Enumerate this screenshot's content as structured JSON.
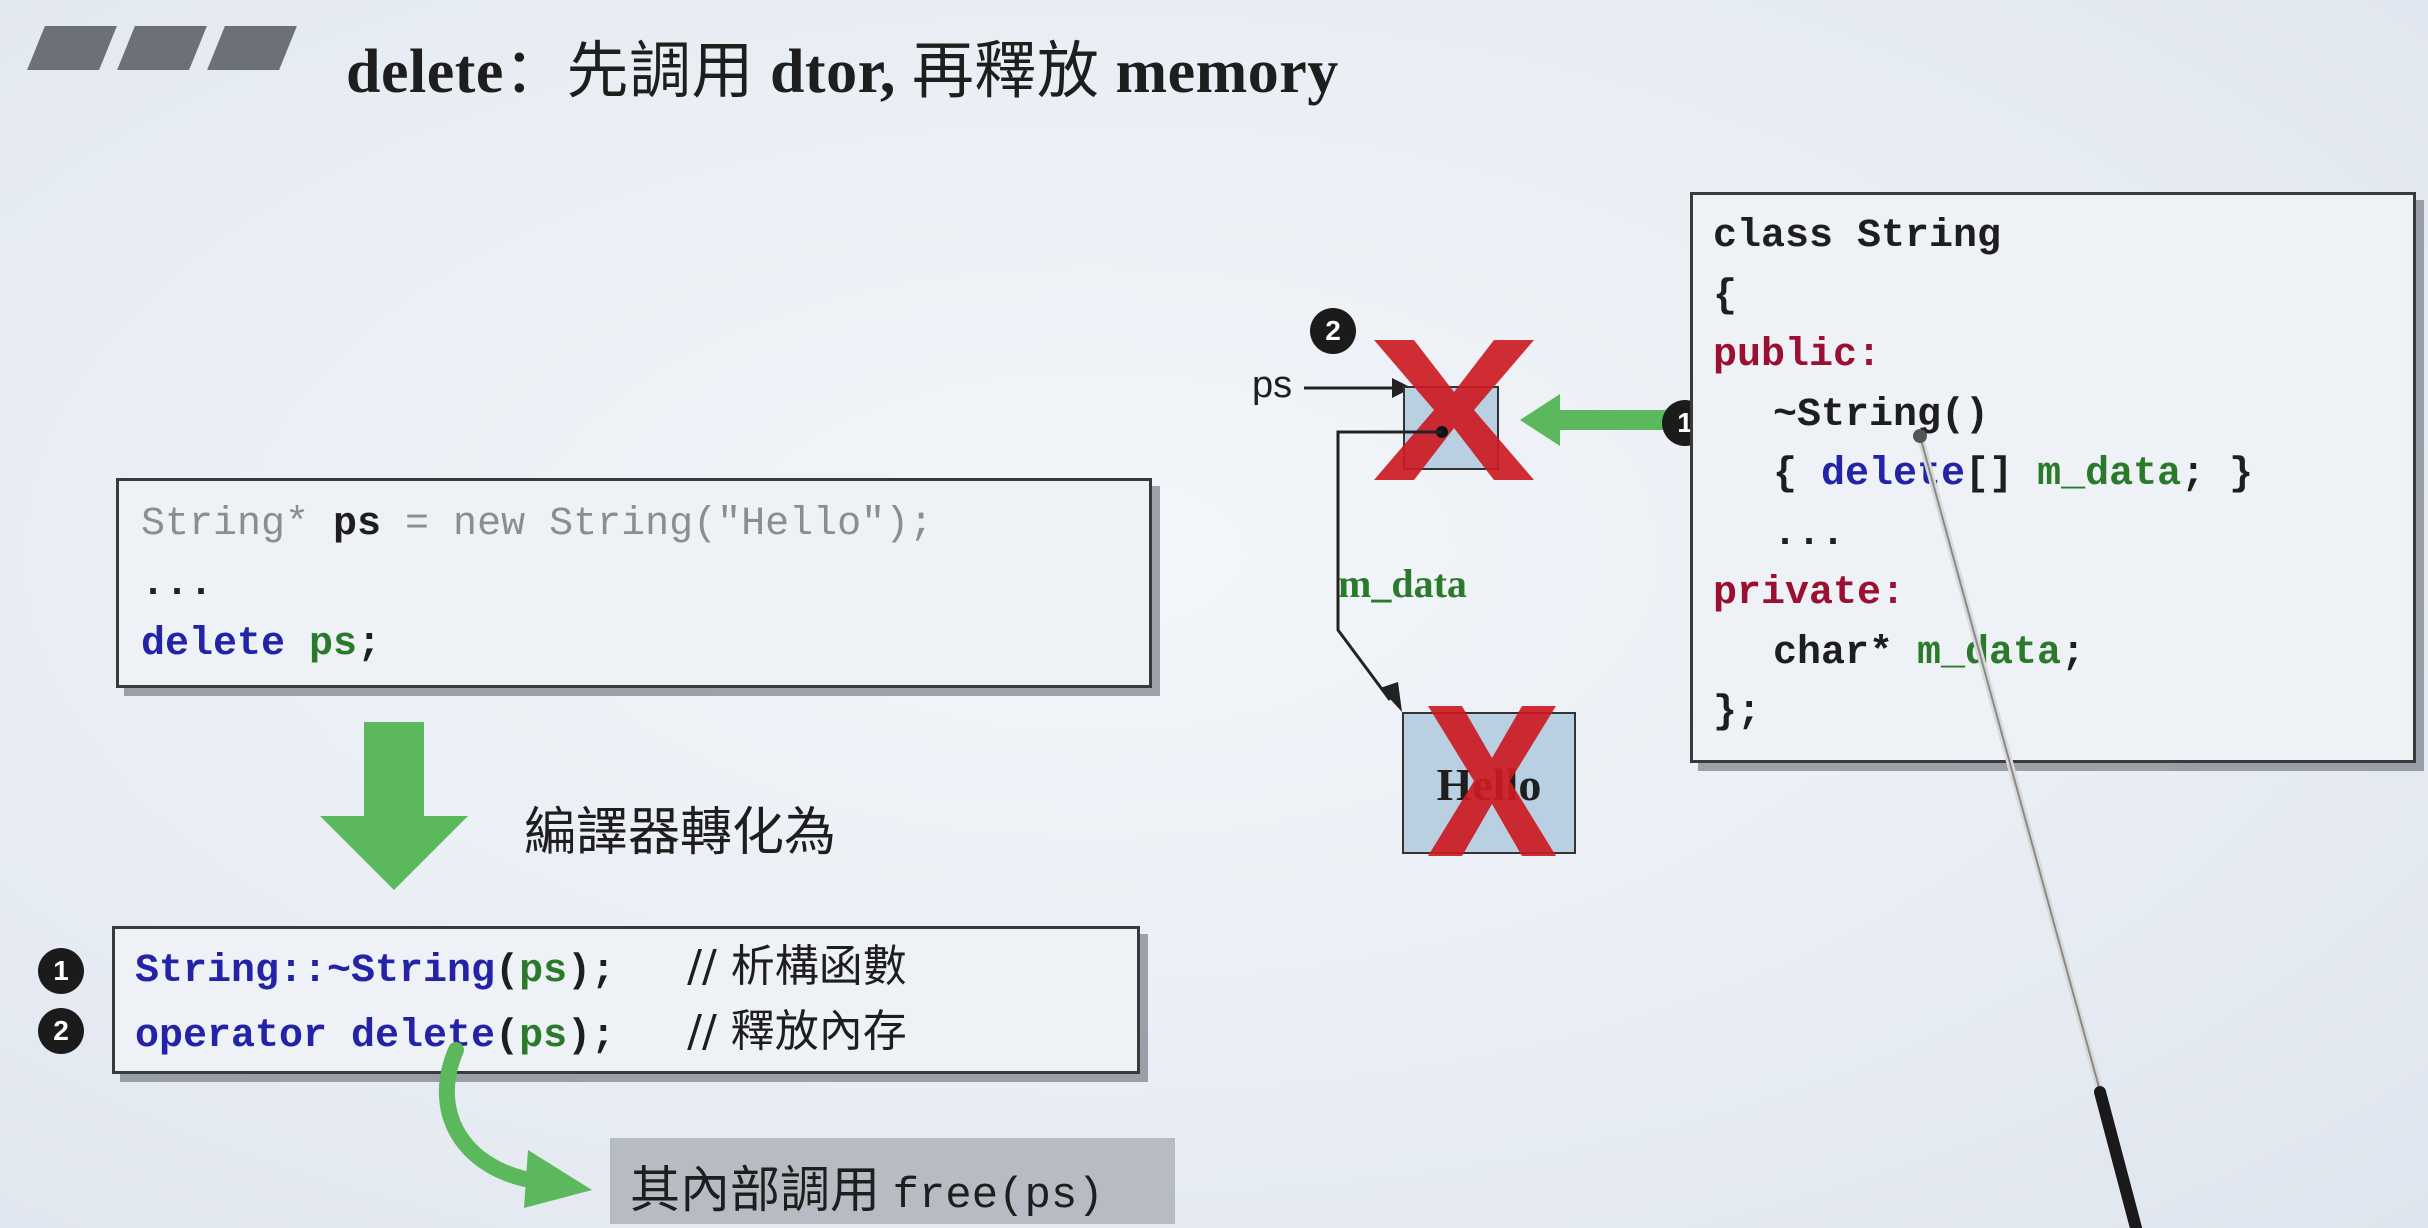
{
  "title": {
    "kw": "delete",
    "sep": "：",
    "zh1": "先調用",
    "dtor": "dtor,",
    "zh2": "再釋放",
    "memory": "memory"
  },
  "source_code": {
    "line1_pre": "String* ",
    "line1_var": "ps",
    "line1_post": " = new String(\"Hello\");",
    "line2": "...",
    "line3_kw": "delete",
    "line3_var": "ps",
    "line3_end": ";"
  },
  "compile_label": "編譯器轉化為",
  "translated_code": {
    "line1_num": "1",
    "line1_fn": "String::~String",
    "line1_open": "(",
    "line1_arg": "ps",
    "line1_close": ");",
    "line1_comment": "// 析構函數",
    "line2_num": "2",
    "line2_fn": "operator delete",
    "line2_open": "(",
    "line2_arg": "ps",
    "line2_close": ");",
    "line2_comment": "// 釋放內存"
  },
  "free_call": {
    "zh": "其內部調用",
    "code": "free(ps)"
  },
  "class_code": {
    "line1": "class String",
    "line2": "{",
    "line3": "public:",
    "line4": "~String()",
    "line5_open": "{ ",
    "line5_kw": "delete",
    "line5_mid": "[] ",
    "line5_var": "m_data",
    "line5_end": "; }",
    "line6": "...",
    "line7": "private:",
    "line8_type": "char* ",
    "line8_var": "m_data",
    "line8_end": ";",
    "line9": "};"
  },
  "diagram": {
    "step_dtor": "1",
    "step_free": "2",
    "ps_label": "ps",
    "mdata_label": "m_data",
    "hello_text": "Hello"
  },
  "colors": {
    "blue_keyword": "#2323a8",
    "red_keyword": "#9b1030",
    "green_identifier": "#2b7a2b",
    "arrow_green": "#5cb85c",
    "cross_red": "#cc1b22",
    "box_fill": "#b9cfe2"
  }
}
